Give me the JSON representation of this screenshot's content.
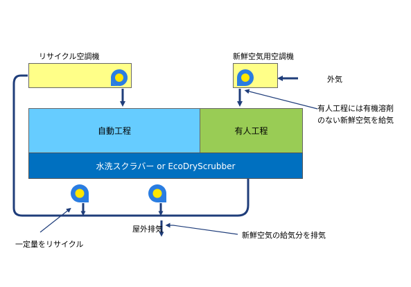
{
  "labels": {
    "recycle_ac": "リサイクル空調機",
    "fresh_ac": "新鮮空気用空調機",
    "outside_air": "外気",
    "annotation_manned_line1": "有人工程には有機溶剤",
    "annotation_manned_line2": "のない新鮮空気を給気",
    "auto_process": "自動工程",
    "manned_process": "有人工程",
    "scrubber": "水洗スクラバー or EcoDryScrubber",
    "outdoor_exhaust": "屋外排気",
    "recycle_fixed": "一定量をリサイクル",
    "exhaust_fresh": "新鮮空気の給気分を排気"
  },
  "colors": {
    "ac_unit_fill": "#ffff88",
    "auto_fill": "#66ccff",
    "manned_fill": "#99cc55",
    "scrubber_fill": "#0070c0",
    "duct": "#1f3d7a",
    "fan_blue": "#2a7de1",
    "fan_yellow": "#ffe600"
  }
}
